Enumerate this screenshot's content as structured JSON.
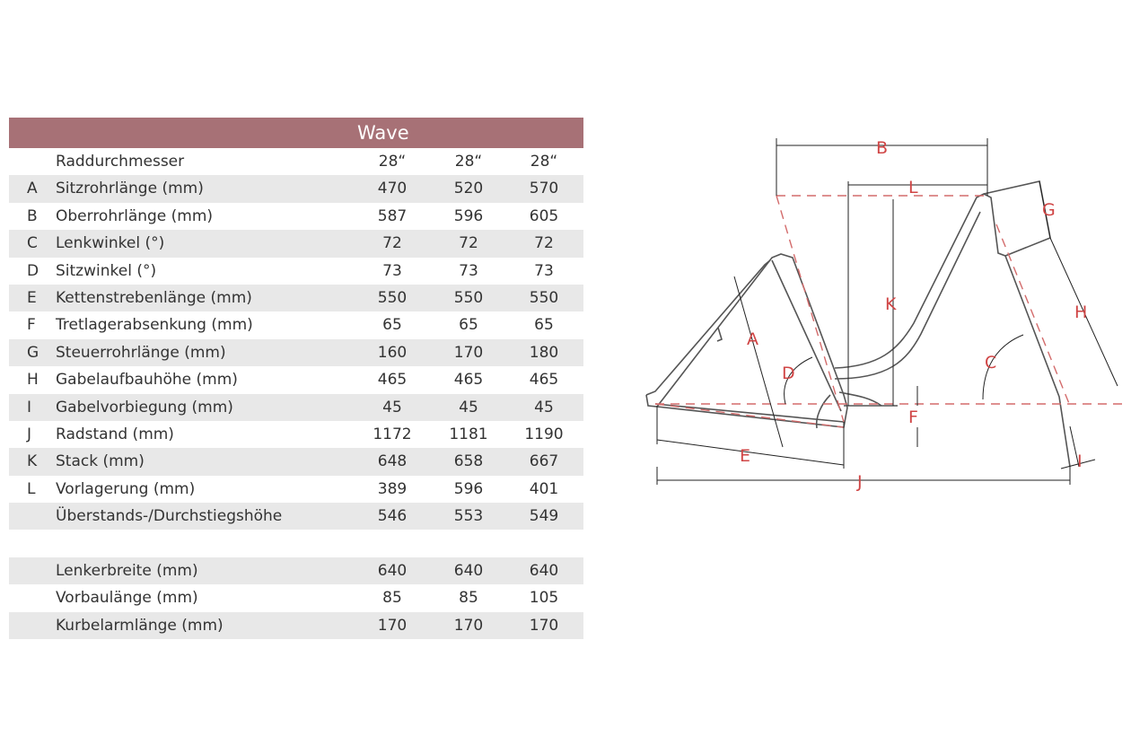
{
  "table": {
    "header": "Wave",
    "rows": [
      {
        "code": "",
        "label": "Raddurchmesser",
        "values": [
          "28“",
          "28“",
          "28“"
        ],
        "shade": false
      },
      {
        "code": "A",
        "label": "Sitzrohrlänge (mm)",
        "values": [
          "470",
          "520",
          "570"
        ],
        "shade": true
      },
      {
        "code": "B",
        "label": "Oberrohrlänge (mm)",
        "values": [
          "587",
          "596",
          "605"
        ],
        "shade": false
      },
      {
        "code": "C",
        "label": "Lenkwinkel (°)",
        "values": [
          "72",
          "72",
          "72"
        ],
        "shade": true
      },
      {
        "code": "D",
        "label": "Sitzwinkel (°)",
        "values": [
          "73",
          "73",
          "73"
        ],
        "shade": false
      },
      {
        "code": "E",
        "label": "Kettenstrebenlänge (mm)",
        "values": [
          "550",
          "550",
          "550"
        ],
        "shade": true
      },
      {
        "code": "F",
        "label": "Tretlagerabsenkung (mm)",
        "values": [
          "65",
          "65",
          "65"
        ],
        "shade": false
      },
      {
        "code": "G",
        "label": "Steuerrohrlänge (mm)",
        "values": [
          "160",
          "170",
          "180"
        ],
        "shade": true
      },
      {
        "code": "H",
        "label": "Gabelaufbauhöhe (mm)",
        "values": [
          "465",
          "465",
          "465"
        ],
        "shade": false
      },
      {
        "code": "I",
        "label": "Gabelvorbiegung (mm)",
        "values": [
          "45",
          "45",
          "45"
        ],
        "shade": true
      },
      {
        "code": "J",
        "label": "Radstand (mm)",
        "values": [
          "1172",
          "1181",
          "1190"
        ],
        "shade": false
      },
      {
        "code": "K",
        "label": "Stack (mm)",
        "values": [
          "648",
          "658",
          "667"
        ],
        "shade": true
      },
      {
        "code": "L",
        "label": "Vorlagerung (mm)",
        "values": [
          "389",
          "596",
          "401"
        ],
        "shade": false
      },
      {
        "code": "",
        "label": "Überstands-/Durchstiegshöhe",
        "values": [
          "546",
          "553",
          "549"
        ],
        "shade": true
      },
      {
        "gap": true
      },
      {
        "code": "",
        "label": "Lenkerbreite (mm)",
        "values": [
          "640",
          "640",
          "640"
        ],
        "shade": true
      },
      {
        "code": "",
        "label": "Vorbaulänge (mm)",
        "values": [
          "85",
          "85",
          "105"
        ],
        "shade": false
      },
      {
        "code": "",
        "label": "Kurbelarmlänge (mm)",
        "values": [
          "170",
          "170",
          "170"
        ],
        "shade": true
      }
    ]
  },
  "diagram": {
    "labels": {
      "a": "A",
      "b": "B",
      "c": "C",
      "d": "D",
      "e": "E",
      "f": "F",
      "g": "G",
      "h": "H",
      "i": "I",
      "j": "J",
      "k": "K",
      "l": "L"
    },
    "accent_color": "#d04545",
    "frame_color": "#555555"
  }
}
